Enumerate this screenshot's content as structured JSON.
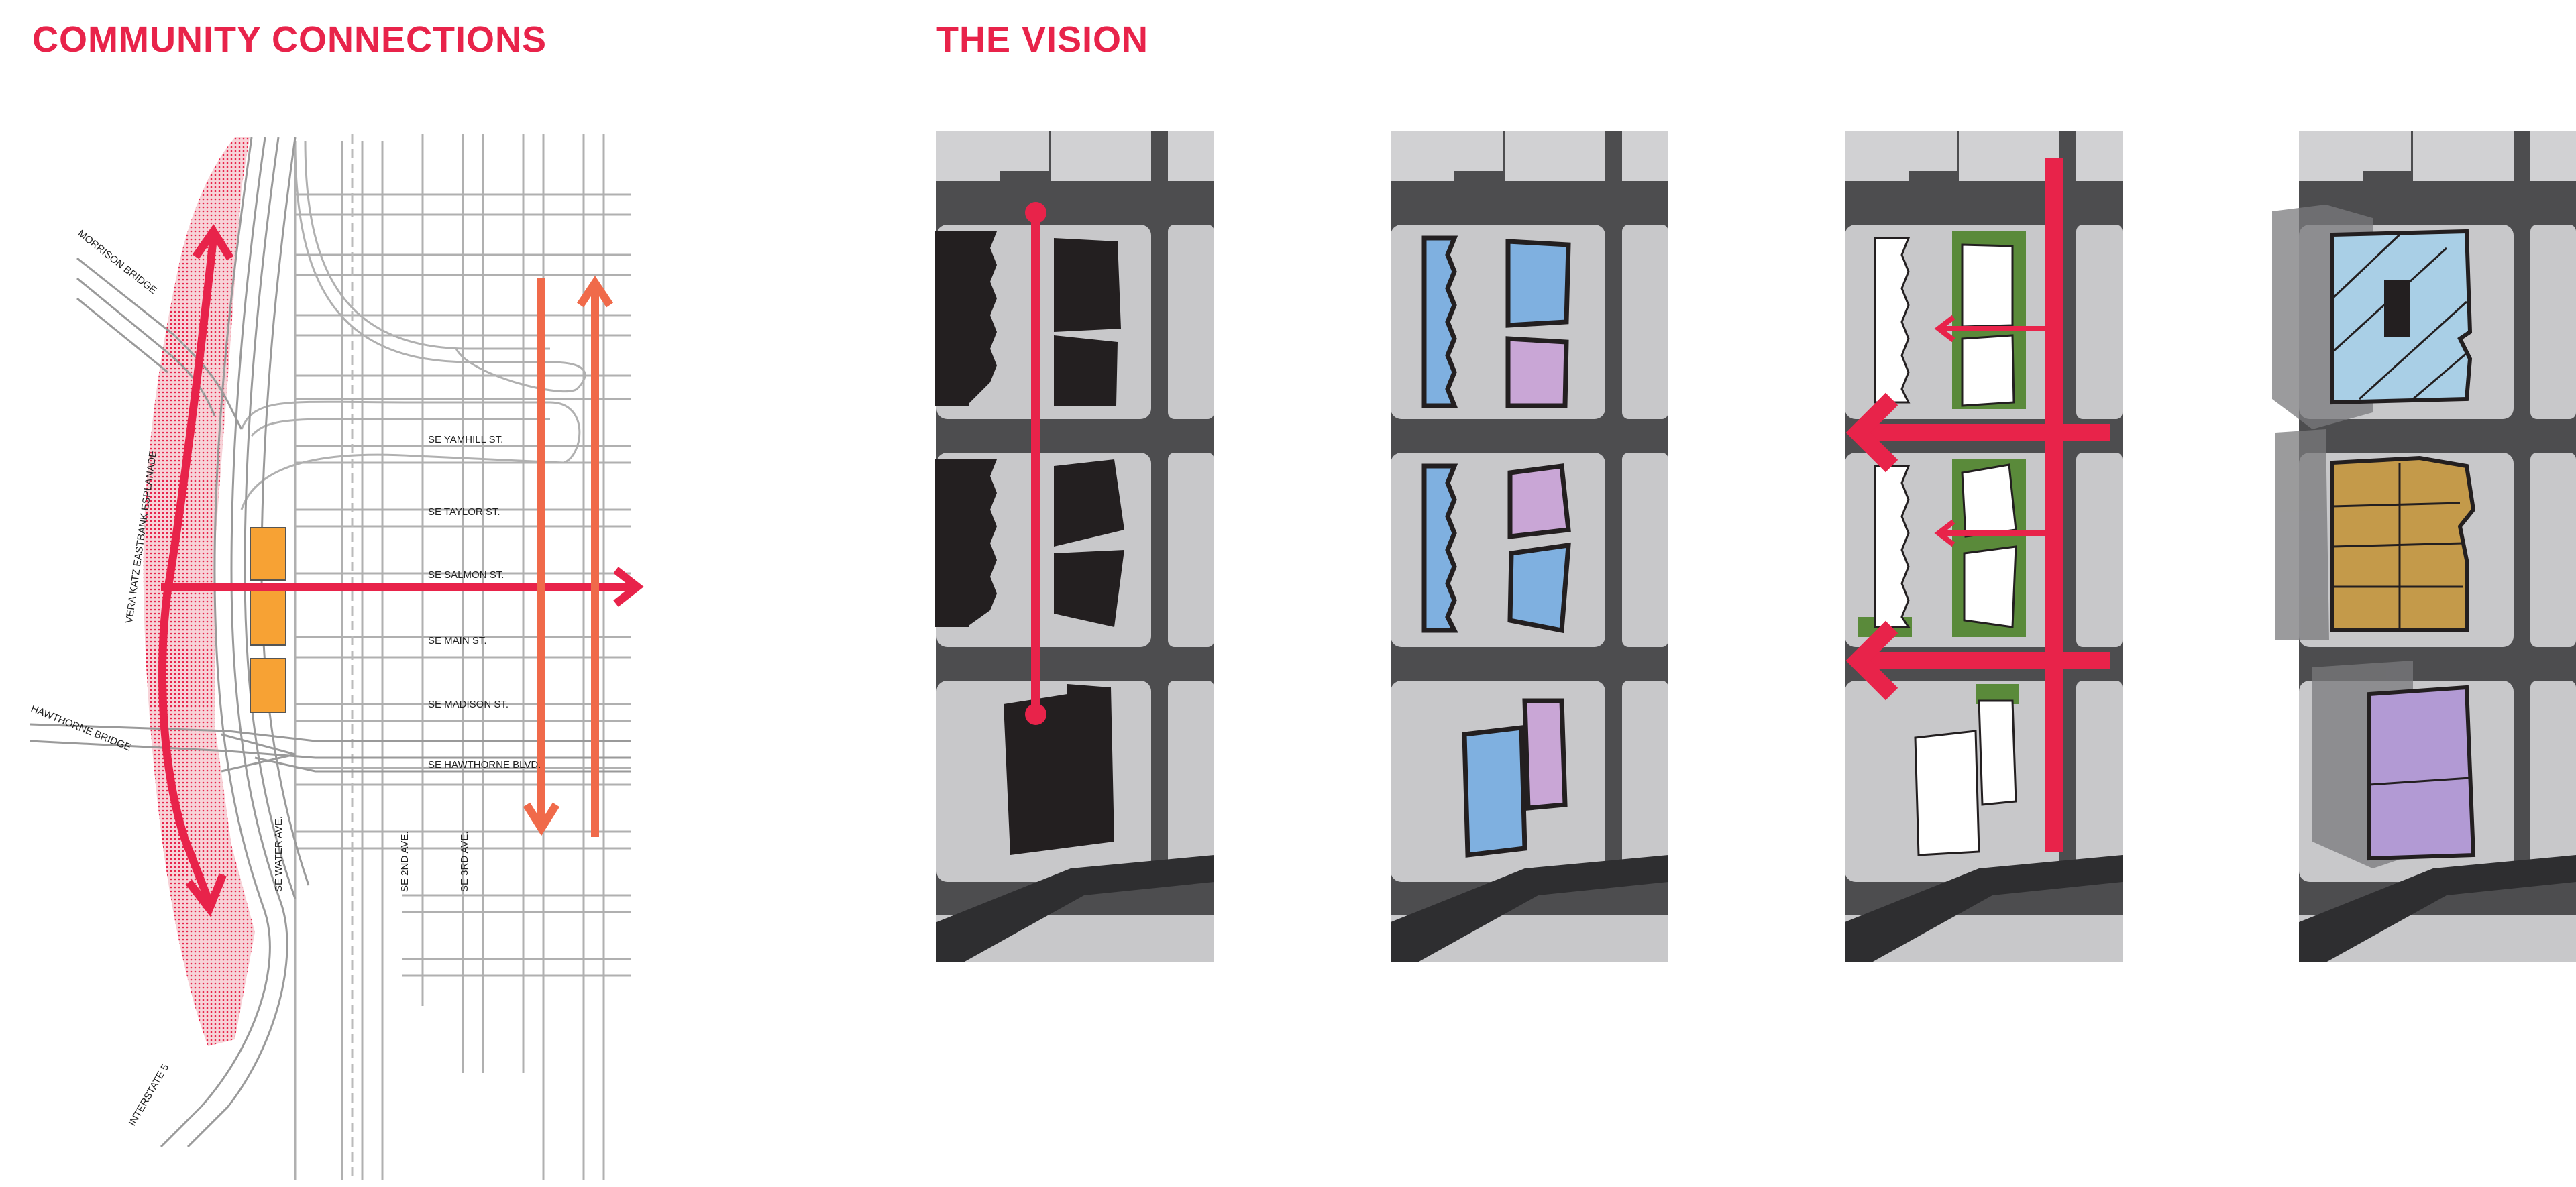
{
  "headings": {
    "left": "COMMUNITY CONNECTIONS",
    "right": "THE VISION"
  },
  "map_labels": {
    "morrison_bridge": "MORRISON BRIDGE",
    "hawthorne_bridge": "HAWTHORNE BRIDGE",
    "esplanade": "VERA KATZ EASTBANK ESPLANADE",
    "interstate": "INTERSTATE 5",
    "yamhill": "SE YAMHILL ST.",
    "taylor": "SE TAYLOR ST.",
    "salmon": "SE SALMON ST.",
    "main": "SE MAIN ST.",
    "madison": "SE MADISON ST.",
    "hawthorne_blvd": "SE HAWTHORNE BLVD.",
    "water_ave": "SE WATER AVE.",
    "second_ave": "SE 2ND AVE.",
    "third_ave": "SE 3RD AVE."
  },
  "colors": {
    "accent_red": "#e8234a",
    "arrow_orange": "#f06a4a",
    "site_orange": "#f7a234",
    "street_dark": "#4d4d4f",
    "block_grey": "#c8c8ca",
    "building_black": "#231f20",
    "use_blue": "#7fb0e0",
    "use_lilac": "#c9a6d6",
    "green_edge": "#5a8a3a",
    "tower_blue": "#a9cfe6",
    "tower_gold": "#c49a4a",
    "tower_purple": "#b29ad4"
  },
  "icons": {
    "route_arrow": "arrow-icon"
  }
}
